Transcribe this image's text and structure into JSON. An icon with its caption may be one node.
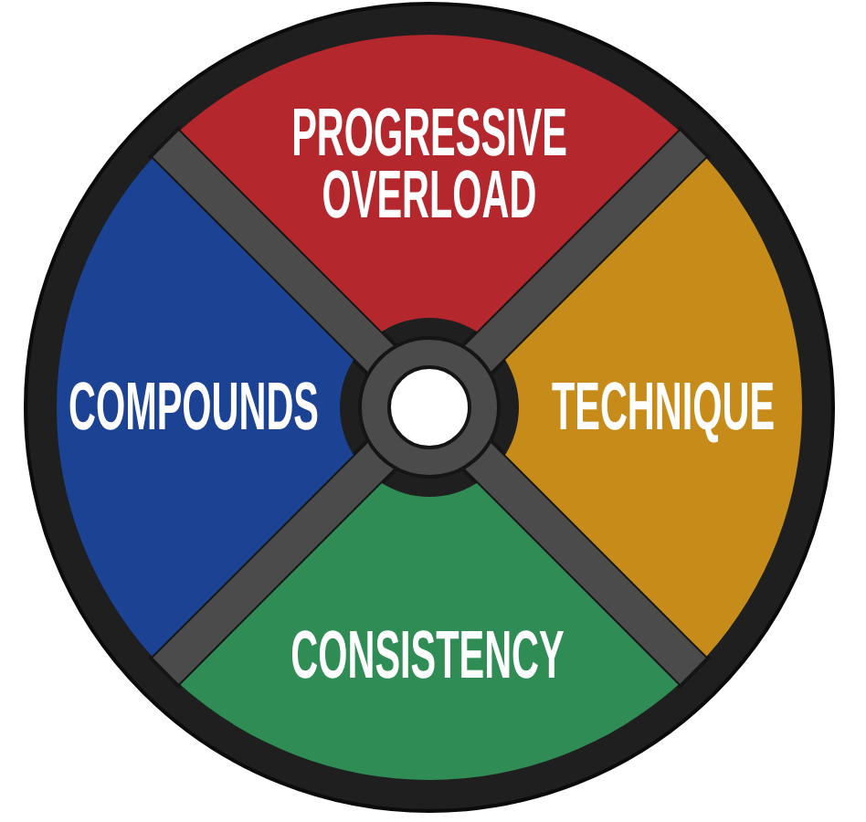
{
  "diagram": {
    "nodes": [
      {
        "text": [
          "PROGRESSIVE OVERLOAD"
        ]
      },
      {
        "text": [
          "COMPOUNDS"
        ]
      },
      {
        "text": [
          "TECHNIQUE"
        ]
      },
      {
        "text": [
          "CONSISTENCY"
        ]
      }
    ]
  }
}
